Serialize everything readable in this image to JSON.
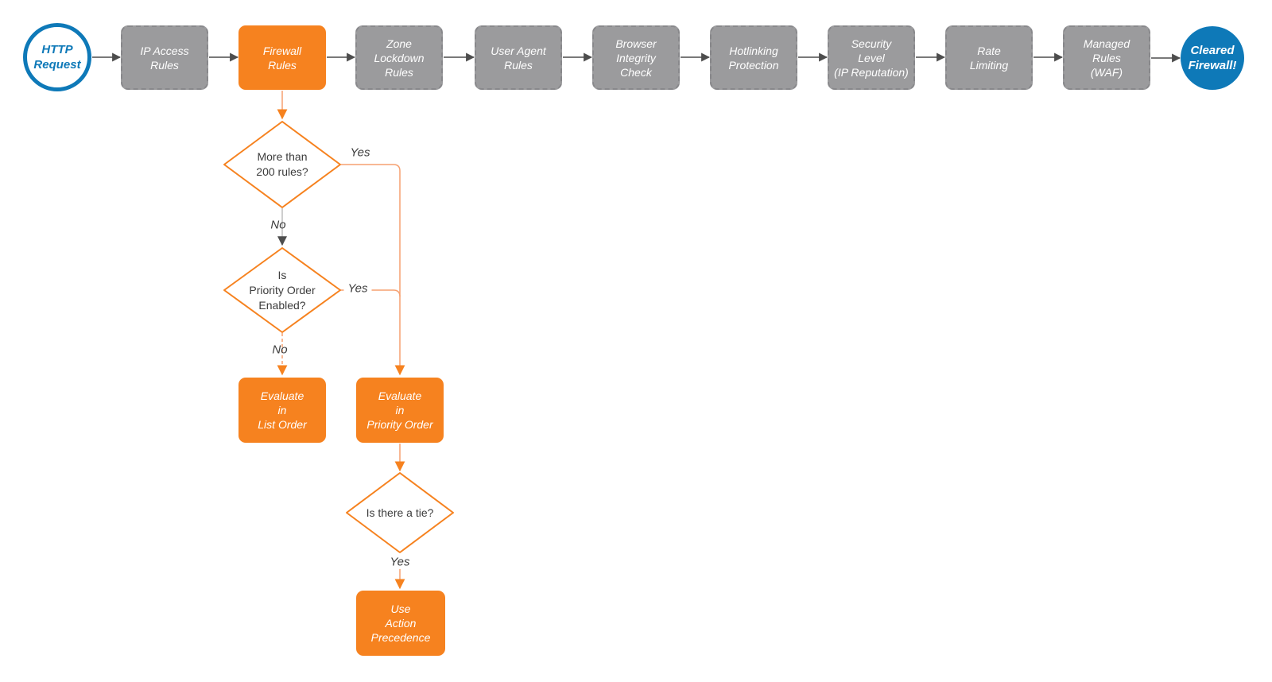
{
  "diagram_title": "HTTP request firewall evaluation flowchart",
  "colors": {
    "accent_orange": "#F6821F",
    "connector_orange": "#F6A171",
    "node_gray": "#9B9B9D",
    "brand_blue": "#0E79B8",
    "arrow_dark": "#4D4D4D"
  },
  "flow": {
    "start_label": "HTTP\nRequest",
    "steps": [
      {
        "label": "IP Access\nRules"
      },
      {
        "label": "Firewall\nRules",
        "highlight": true
      },
      {
        "label": "Zone\nLockdown\nRules"
      },
      {
        "label": "User Agent\nRules"
      },
      {
        "label": "Browser\nIntegrity\nCheck"
      },
      {
        "label": "Hotlinking\nProtection"
      },
      {
        "label": "Security\nLevel\n(IP Reputation)"
      },
      {
        "label": "Rate\nLimiting"
      },
      {
        "label": "Managed\nRules\n(WAF)"
      }
    ],
    "end_label": "Cleared\nFirewall!"
  },
  "branch": {
    "decision_rules_count": {
      "label": "More than\n200 rules?",
      "yes_label": "Yes",
      "no_label": "No"
    },
    "decision_priority_order": {
      "label": "Is\nPriority Order\nEnabled?",
      "yes_label": "Yes",
      "no_label": "No"
    },
    "evaluate_list_order": {
      "label": "Evaluate\nin\nList Order"
    },
    "evaluate_priority_order": {
      "label": "Evaluate\nin\nPriority Order"
    },
    "decision_tie": {
      "label": "Is there a tie?",
      "yes_label": "Yes"
    },
    "use_action_precedence": {
      "label": "Use\nAction\nPrecedence"
    }
  }
}
